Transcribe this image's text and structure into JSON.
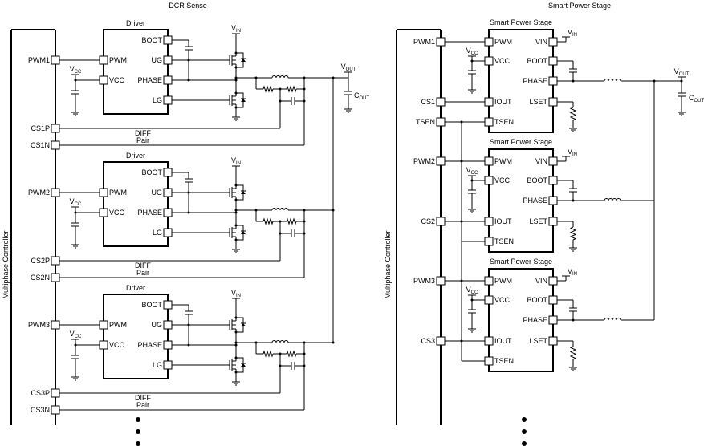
{
  "left_panel": {
    "title": "DCR Sense",
    "controller_label": "Multiphase Controller",
    "driver_title": "Driver",
    "driver_pins": {
      "pwm": "PWM",
      "vcc": "VCC",
      "boot": "BOOT",
      "ug": "UG",
      "phase": "PHASE",
      "lg": "LG"
    },
    "phases": [
      {
        "pwm_pin": "PWM1",
        "csp_pin": "CS1P",
        "csn_pin": "CS1N"
      },
      {
        "pwm_pin": "PWM2",
        "csp_pin": "CS2P",
        "csn_pin": "CS2N"
      },
      {
        "pwm_pin": "PWM3",
        "csp_pin": "CS3P",
        "csn_pin": "CS3N"
      }
    ],
    "diff_pair": {
      "line1": "DIFF",
      "line2": "Pair"
    },
    "vin": {
      "main": "V",
      "sub": "IN"
    },
    "vcc": {
      "main": "V",
      "sub": "CC"
    },
    "vout": {
      "main": "V",
      "sub": "OUT"
    },
    "cout": {
      "main": "C",
      "sub": "OUT"
    }
  },
  "right_panel": {
    "title": "Smart Power Stage",
    "controller_label": "Multiphase Controller",
    "stage_title": "Smart Power Stage",
    "stage_pins": {
      "pwm": "PWM",
      "vcc": "VCC",
      "iout": "IOUT",
      "tsen": "TSEN",
      "vin": "VIN",
      "boot": "BOOT",
      "phase": "PHASE",
      "lset": "LSET"
    },
    "tsen_pin": "TSEN",
    "phases": [
      {
        "pwm_pin": "PWM1",
        "cs_pin": "CS1"
      },
      {
        "pwm_pin": "PWM2",
        "cs_pin": "CS2"
      },
      {
        "pwm_pin": "PWM3",
        "cs_pin": "CS3"
      }
    ],
    "vin": {
      "main": "V",
      "sub": "IN"
    },
    "vcc": {
      "main": "V",
      "sub": "CC"
    },
    "vout": {
      "main": "V",
      "sub": "OUT"
    },
    "cout": {
      "main": "C",
      "sub": "OUT"
    }
  },
  "continuation_icon": "vertical-ellipsis"
}
